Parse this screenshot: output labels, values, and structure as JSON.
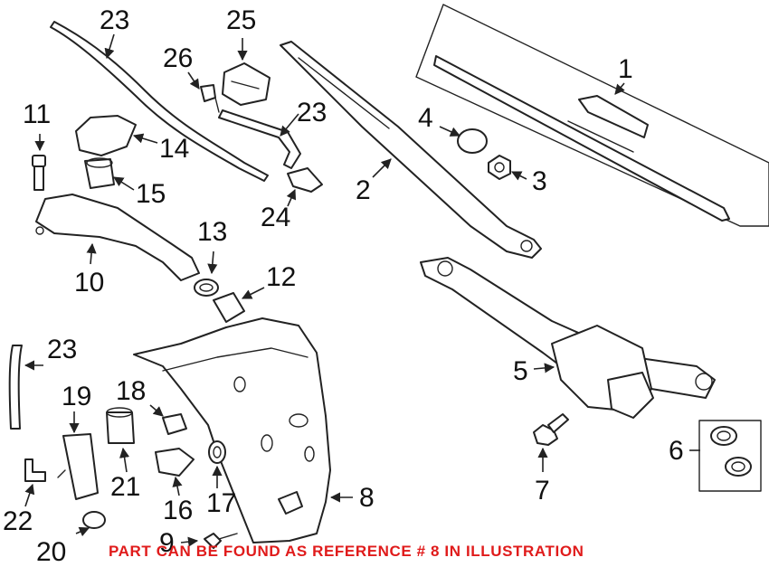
{
  "callouts": {
    "c1": "1",
    "c2": "2",
    "c3": "3",
    "c4": "4",
    "c5": "5",
    "c6": "6",
    "c7": "7",
    "c8": "8",
    "c9": "9",
    "c10": "10",
    "c11": "11",
    "c12": "12",
    "c13": "13",
    "c14": "14",
    "c15": "15",
    "c16": "16",
    "c17": "17",
    "c18": "18",
    "c19": "19",
    "c20": "20",
    "c21": "21",
    "c22": "22",
    "c23a": "23",
    "c23b": "23",
    "c23c": "23",
    "c24": "24",
    "c25": "25",
    "c26": "26"
  },
  "footnote": "PART CAN BE FOUND AS REFERENCE # 8 IN ILLUSTRATION",
  "colors": {
    "footnote": "#e01b1b",
    "line": "#222222",
    "background": "#ffffff"
  }
}
